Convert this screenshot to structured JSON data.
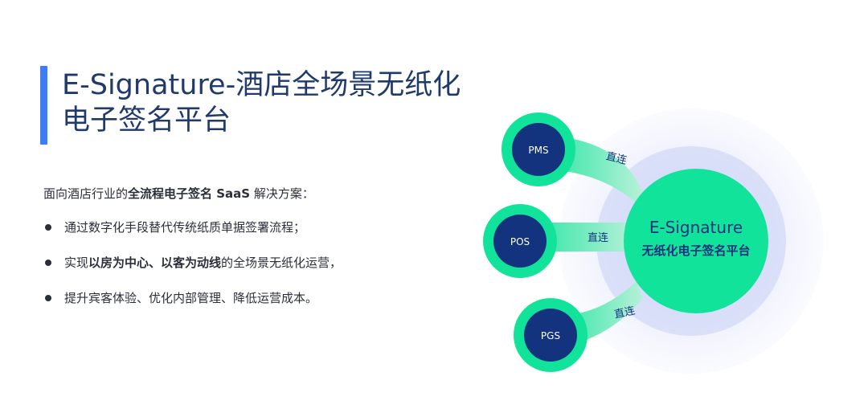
{
  "title": {
    "line1": "E-Signature-酒店全场景无纸化",
    "line2": "电子签名平台"
  },
  "intro": {
    "prefix": "面向酒店行业的",
    "bold": "全流程电子签名 SaaS",
    "suffix": " 解决方案："
  },
  "bullets": [
    {
      "parts": [
        {
          "text": "通过数字化手段替代传统纸质单据签署流程；",
          "bold": false
        }
      ]
    },
    {
      "parts": [
        {
          "text": "实现",
          "bold": false
        },
        {
          "text": "以房为中心、以客为动线",
          "bold": true
        },
        {
          "text": "的全场景无纸化运营，",
          "bold": false
        }
      ]
    },
    {
      "parts": [
        {
          "text": "提升宾客体验、优化内部管理、降低运营成本。",
          "bold": false
        }
      ]
    }
  ],
  "diagram": {
    "hub": {
      "title": "E-Signature",
      "subtitle": "无纸化电子签名平台"
    },
    "nodes": [
      {
        "id": "pms",
        "label": "PMS",
        "link_label": "直连"
      },
      {
        "id": "pos",
        "label": "POS",
        "link_label": "直连"
      },
      {
        "id": "pgs",
        "label": "PGS",
        "link_label": "直连"
      }
    ],
    "colors": {
      "green": "#12e39a",
      "navy": "#14337f",
      "glow": "#dfe3fb",
      "accent": "#3d7ef5"
    }
  }
}
